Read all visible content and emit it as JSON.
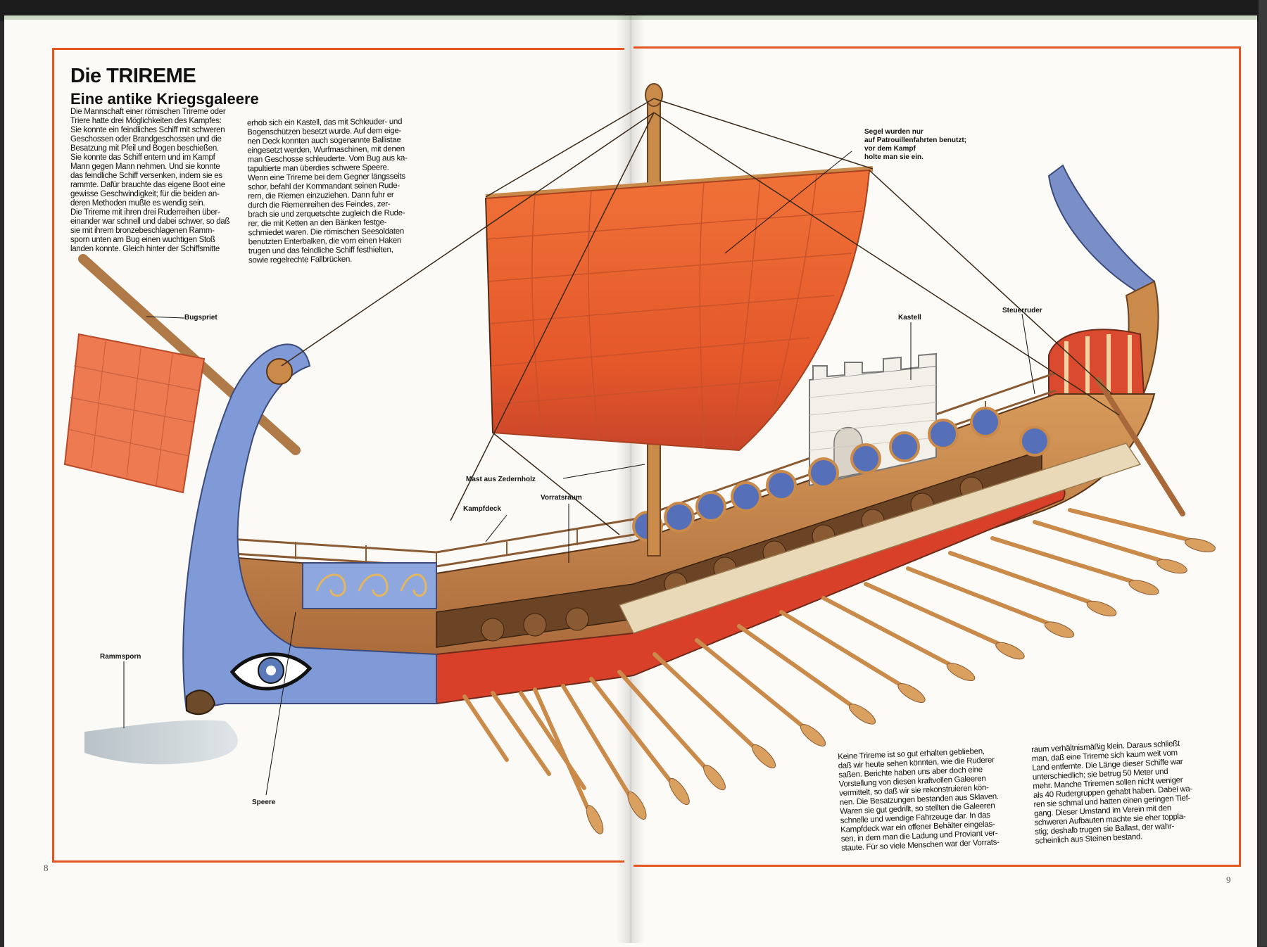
{
  "title": "Die TRIREME",
  "subtitle": "Eine antike Kriegsgaleere",
  "text_column_1": "Die Mannschaft einer römischen Trireme oder\nTriere hatte drei Möglichkeiten des Kampfes:\nSie konnte ein feindliches Schiff mit schweren\nGeschossen oder Brandgeschossen und die\nBesatzung mit Pfeil und Bogen beschießen.\nSie konnte das Schiff entern und im Kampf\nMann gegen Mann nehmen. Und sie konnte\ndas feindliche Schiff versenken, indem sie es\nrammte. Dafür brauchte das eigene Boot eine\ngewisse Geschwindigkeit; für die beiden an-\nderen Methoden mußte es wendig sein.\nDie Trireme mit ihren drei Ruderreihen über-\neinander war schnell und dabei schwer, so daß\nsie mit ihrem bronzebeschlagenen Ramm-\nsporn unten am Bug einen wuchtigen Stoß\nlanden konnte. Gleich hinter der Schiffsmitte",
  "text_column_2": "erhob sich ein Kastell, das mit Schleuder- und\nBogenschützen besetzt wurde. Auf dem eige-\nnen Deck konnten auch sogenannte Ballistae\neingesetzt werden, Wurfmaschinen, mit denen\nman Geschosse schleuderte. Vom Bug aus ka-\ntapultierte man überdies schwere Speere.\nWenn eine Trireme bei dem Gegner längsseits\nschor, befahl der Kommandant seinen Rude-\nrern, die Riemen einzuziehen. Dann fuhr er\ndurch die Riemenreihen des Feindes, zer-\nbrach sie und zerquetschte zugleich die Rude-\nrer, die mit Ketten an den Bänken festge-\nschmiedet waren. Die römischen Seesoldaten\nbenutzten Enterbalken, die vorn einen Haken\ntrugen und das feindliche Schiff festhielten,\nsowie regelrechte Fallbrücken.",
  "text_column_3": "Keine Trireme ist so gut erhalten geblieben,\ndaß wir heute sehen könnten, wie die Ruderer\nsaßen. Berichte haben uns aber doch eine\nVorstellung von diesen kraftvollen Galeeren\nvermittelt, so daß wir sie rekonstruieren kön-\nnen. Die Besatzungen bestanden aus Sklaven.\nWaren sie gut gedrillt, so stellten die Galeeren\nschnelle und wendige Fahrzeuge dar. In das\nKampfdeck war ein offener Behälter eingelas-\nsen, in dem man die Ladung und Proviant ver-\nstaute. Für so viele Menschen war der Vorrats-",
  "text_column_4": "raum verhältnismäßig klein. Daraus schließt\nman, daß eine Trireme sich kaum weit vom\nLand entfernte. Die Länge dieser Schiffe war\nunterschiedlich; sie betrug 50 Meter und\nmehr. Manche Triremen sollen nicht weniger\nals 40 Rudergruppen gehabt haben. Dabei wa-\nren sie schmal und hatten einen geringen Tief-\ngang. Dieser Umstand im Verein mit den\nschweren Aufbauten machte sie eher toppla-\nstig; deshalb trugen sie Ballast, der wahr-\nscheinlich aus Steinen bestand.",
  "labels": {
    "bugspriet": "Bugspriet",
    "rammsporn": "Rammsporn",
    "speere": "Speere",
    "kampfdeck": "Kampfdeck",
    "vorratsraum": "Vorratsraum",
    "mast": "Mast aus Zedernholz",
    "segel": "Segel wurden nur\nauf Patrouillenfahrten benutzt;\nvor dem Kampf\nholte man sie ein.",
    "kastell": "Kastell",
    "steuerruder": "Steuerruder"
  },
  "page_numbers": {
    "left": "8",
    "right": "9"
  },
  "colors": {
    "frame": "#e4561f",
    "sail": "#e8582a",
    "hull_wood": "#c98a4a",
    "hull_red": "#d8402a",
    "prow_blue": "#7f9ad6",
    "water": "#c9d2d8"
  }
}
